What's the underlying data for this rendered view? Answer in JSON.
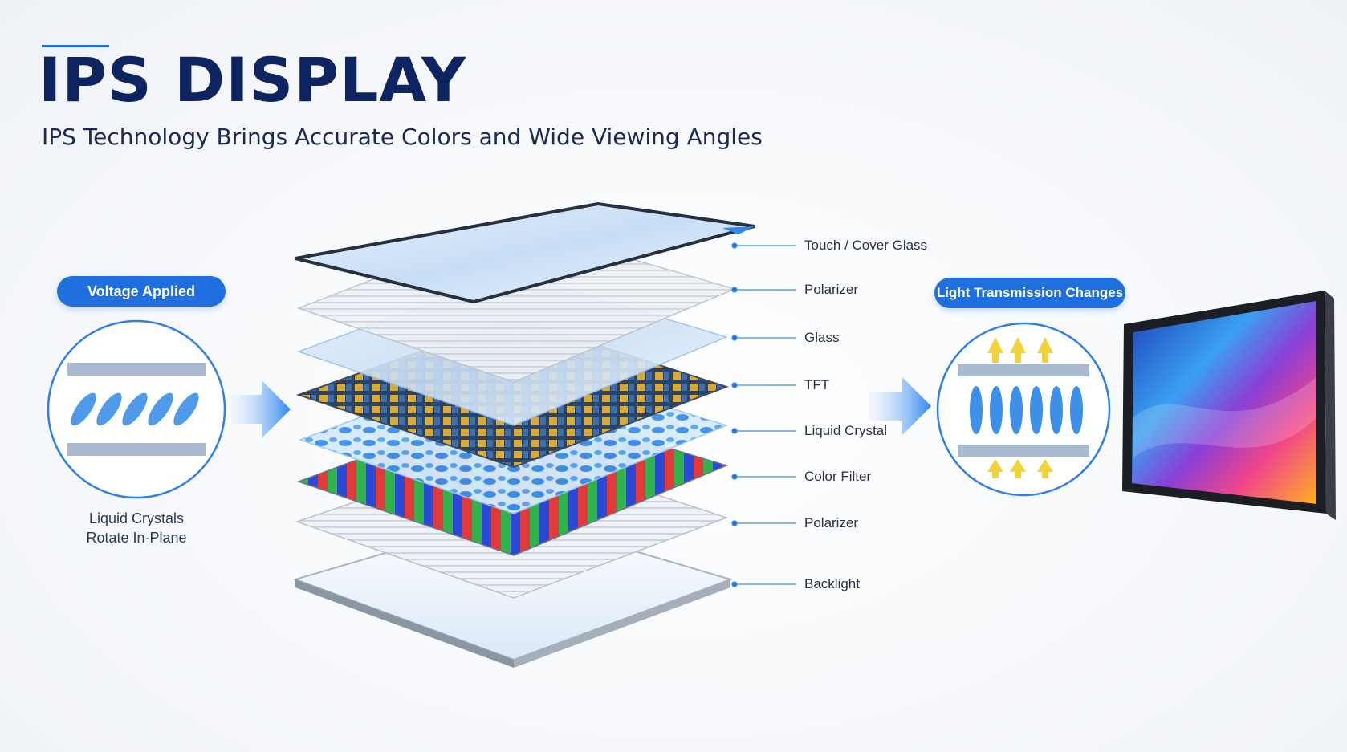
{
  "header": {
    "title": "IPS DISPLAY",
    "subtitle": "IPS Technology Brings Accurate Colors and Wide Viewing Angles"
  },
  "left_panel": {
    "badge": "Voltage Applied",
    "caption_line1": "Liquid Crystals",
    "caption_line2": "Rotate In-Plane"
  },
  "right_panel": {
    "badge": "Light Transmission Changes"
  },
  "layers": [
    {
      "label": "Touch / Cover Glass"
    },
    {
      "label": "Polarizer"
    },
    {
      "label": "Glass"
    },
    {
      "label": "TFT"
    },
    {
      "label": "Liquid Crystal"
    },
    {
      "label": "Color Filter"
    },
    {
      "label": "Polarizer"
    },
    {
      "label": "Backlight"
    }
  ],
  "colors": {
    "accent": "#1f6fe0",
    "title": "#0d2460",
    "crystal": "#3d8fe8",
    "light_arrow": "#f2d43a"
  },
  "icons": {
    "left_arrow": "arrow-right-icon",
    "right_arrow": "arrow-right-icon",
    "tablet": "tablet-icon"
  }
}
